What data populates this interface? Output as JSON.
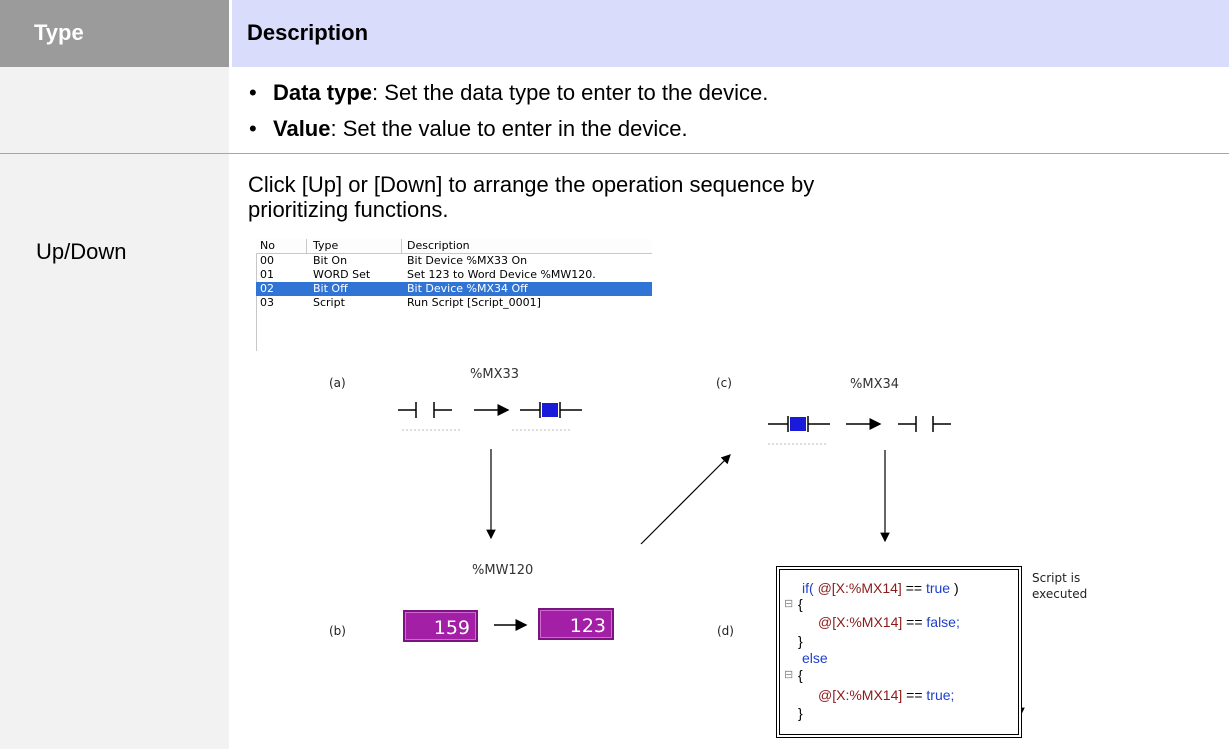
{
  "header": {
    "type": "Type",
    "description": "Description"
  },
  "row1": {
    "bullets": [
      {
        "bold": "Data type",
        "text": ": Set the data type to enter to the device."
      },
      {
        "bold": "Value",
        "text": ": Set the value to enter in the device."
      }
    ]
  },
  "row2": {
    "type": "Up/Down",
    "description": "Click [Up] or [Down] to arrange the operation sequence by prioritizing functions."
  },
  "sequence_table": {
    "columns": [
      "No",
      "Type",
      "Description"
    ],
    "rows": [
      {
        "no": "00",
        "type": "Bit On",
        "description": "Bit Device %MX33 On",
        "selected": false
      },
      {
        "no": "01",
        "type": "WORD Set",
        "description": "Set 123 to Word Device %MW120.",
        "selected": false
      },
      {
        "no": "02",
        "type": "Bit Off",
        "description": "Bit Device %MX34 Off",
        "selected": true
      },
      {
        "no": "03",
        "type": "Script",
        "description": "Run Script [Script_0001]",
        "selected": false
      }
    ],
    "selection_color": "#3074d6"
  },
  "diagram": {
    "a": {
      "label": "(a)",
      "device": "%MX33"
    },
    "b": {
      "label": "(b)",
      "device": "%MW120",
      "from": "159",
      "to": "123"
    },
    "c": {
      "label": "(c)",
      "device": "%MX34"
    },
    "d": {
      "label": "(d)",
      "note_line1": "Script is",
      "note_line2": "executed",
      "code": {
        "line1_kw": "if(",
        "line1_dev": "@[X:%MX14]",
        "line1_op": "==",
        "line1_val": "true",
        "line1_end": ")",
        "brace_open": "{",
        "line3_dev": "@[X:%MX14]",
        "line3_op": "==",
        "line3_val": "false;",
        "brace_close": "}",
        "else_kw": "else",
        "line7_dev": "@[X:%MX14]",
        "line7_op": "==",
        "line7_val": "true;"
      }
    },
    "colors": {
      "contact_on": "#1a1adb",
      "word_box": "#a21fa6",
      "header_type_bg": "#9b9b9b",
      "header_desc_bg": "#d9dcfa"
    }
  }
}
